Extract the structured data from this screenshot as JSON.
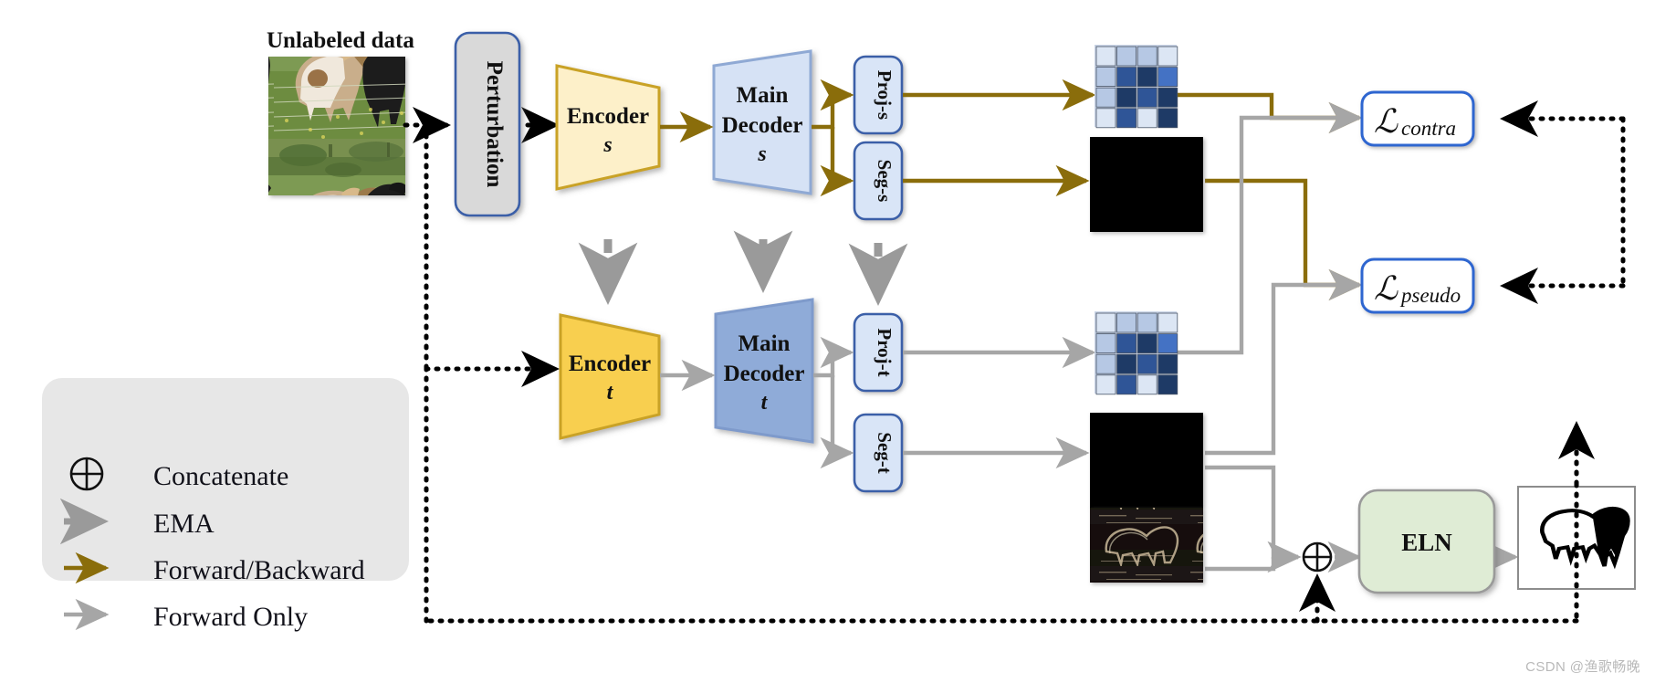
{
  "title": "Semi-supervised segmentation framework with student-teacher networks and ELN",
  "figure": {
    "input_caption": "Unlabeled data",
    "watermark": "CSDN @渔歌畅晚"
  },
  "blocks": {
    "perturbation": {
      "label": "Perturbation"
    },
    "encoder_s": {
      "label": "Encoder",
      "sub": "s"
    },
    "encoder_t": {
      "label": "Encoder",
      "sub": "t"
    },
    "main_decoder_s": {
      "line1": "Main",
      "line2": "Decoder",
      "sub": "s"
    },
    "main_decoder_t": {
      "line1": "Main",
      "line2": "Decoder",
      "sub": "t"
    },
    "proj_s": {
      "label": "Proj-s"
    },
    "seg_s": {
      "label": "Seg-s"
    },
    "proj_t": {
      "label": "Proj-t"
    },
    "seg_t": {
      "label": "Seg-t"
    },
    "eln": {
      "label": "ELN"
    }
  },
  "losses": {
    "contra": {
      "symbol": "ℒ",
      "subscript": "contra"
    },
    "pseudo": {
      "symbol": "ℒ",
      "subscript": "pseudo"
    }
  },
  "operators": {
    "concat": {
      "glyph": "⊕",
      "name": "concatenate"
    }
  },
  "legend": {
    "items": [
      {
        "icon": "circle-plus-icon",
        "label": "Concatenate"
      },
      {
        "icon": "dashed-arrow-icon",
        "label": "EMA"
      },
      {
        "icon": "solid-gold-arrow-icon",
        "label": "Forward/Backward"
      },
      {
        "icon": "solid-gray-arrow-icon",
        "label": "Forward Only"
      }
    ]
  },
  "colors": {
    "gold": "#8a6d0b",
    "gray_arrow": "#a6a6a6",
    "ema_gray": "#9a9a9a",
    "encoder_fill_s": "#fdf0c9",
    "encoder_fill_t": "#f8cf4f",
    "encoder_stroke": "#c9a227",
    "decoder_fill_s": "#d6e2f5",
    "decoder_fill_t": "#8fabd8",
    "decoder_stroke": "#8fa9d4",
    "head_fill": "#d9e5f7",
    "head_stroke": "#3a5fa8",
    "perturb_fill": "#d9d9d9",
    "perturb_stroke": "#3a5fa8",
    "loss_stroke": "#2f66d0",
    "eln_fill": "#dfecd5",
    "eln_stroke": "#9a9a9a",
    "legend_bg": "#e7e7e7",
    "mask_pink": "#d81b9a",
    "mask_bg": "#000000",
    "grid_dark": "#1e3a66",
    "grid_mid": "#2f5597",
    "grid_light": "#b6c8e4",
    "grid_pale": "#dce6f4",
    "grid_blue": "#4472c4"
  },
  "feature_maps": {
    "proj_s_grid": {
      "name": "projection-feature-map-student",
      "rows": 4,
      "cols": 4,
      "cells": [
        [
          "pale",
          "light",
          "light",
          "pale"
        ],
        [
          "light",
          "mid",
          "dark",
          "blue"
        ],
        [
          "light",
          "dark",
          "mid",
          "dark"
        ],
        [
          "pale",
          "mid",
          "pale",
          "dark"
        ]
      ]
    },
    "proj_t_grid": {
      "name": "projection-feature-map-teacher",
      "rows": 4,
      "cols": 4,
      "cells": [
        [
          "pale",
          "light",
          "light",
          "pale"
        ],
        [
          "light",
          "mid",
          "dark",
          "blue"
        ],
        [
          "light",
          "dark",
          "mid",
          "dark"
        ],
        [
          "pale",
          "mid",
          "pale",
          "dark"
        ]
      ]
    }
  },
  "images": {
    "input_photo": {
      "name": "unlabeled-input-photo",
      "alt": "two horses in a fenced grass field"
    },
    "seg_s_mask": {
      "name": "student-segmentation-mask",
      "alt": "pink horse segmentation on black"
    },
    "seg_t_mask": {
      "name": "teacher-segmentation-mask",
      "alt": "pink horse segmentation on black"
    },
    "edge_map": {
      "name": "edge-feature-map",
      "alt": "dark edge/texture map of horses"
    },
    "eln_output": {
      "name": "eln-output-map",
      "alt": "black horse outline on white"
    }
  }
}
